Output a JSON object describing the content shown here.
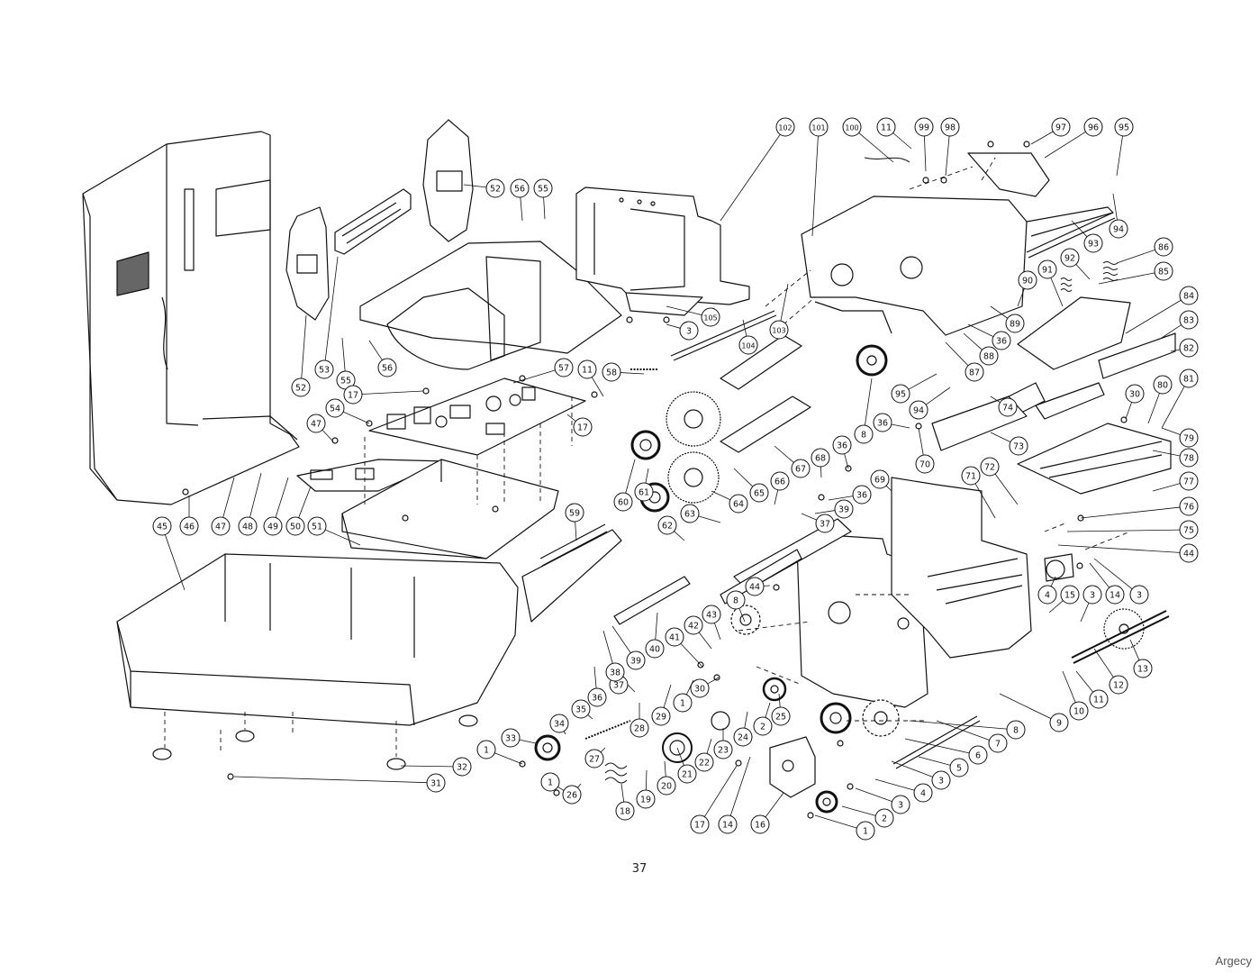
{
  "page_number": "37",
  "watermark": "Argecy",
  "callouts": [
    {
      "id": "c102",
      "label": "102"
    },
    {
      "id": "c101",
      "label": "101"
    },
    {
      "id": "c100",
      "label": "100"
    },
    {
      "id": "c11a",
      "label": "11"
    },
    {
      "id": "c99",
      "label": "99"
    },
    {
      "id": "c98",
      "label": "98"
    },
    {
      "id": "c97",
      "label": "97"
    },
    {
      "id": "c96",
      "label": "96"
    },
    {
      "id": "c95a",
      "label": "95"
    },
    {
      "id": "c94a",
      "label": "94"
    },
    {
      "id": "c93",
      "label": "93"
    },
    {
      "id": "c92",
      "label": "92"
    },
    {
      "id": "c91",
      "label": "91"
    },
    {
      "id": "c90",
      "label": "90"
    },
    {
      "id": "c89",
      "label": "89"
    },
    {
      "id": "c88",
      "label": "88"
    },
    {
      "id": "c87",
      "label": "87"
    },
    {
      "id": "c86",
      "label": "86"
    },
    {
      "id": "c85",
      "label": "85"
    },
    {
      "id": "c84",
      "label": "84"
    },
    {
      "id": "c83",
      "label": "83"
    },
    {
      "id": "c82",
      "label": "82"
    },
    {
      "id": "c81",
      "label": "81"
    },
    {
      "id": "c80",
      "label": "80"
    },
    {
      "id": "c79",
      "label": "79"
    },
    {
      "id": "c78",
      "label": "78"
    },
    {
      "id": "c77",
      "label": "77"
    },
    {
      "id": "c76",
      "label": "76"
    },
    {
      "id": "c75",
      "label": "75"
    },
    {
      "id": "c44a",
      "label": "44"
    },
    {
      "id": "c30a",
      "label": "30"
    },
    {
      "id": "c74",
      "label": "74"
    },
    {
      "id": "c73",
      "label": "73"
    },
    {
      "id": "c72",
      "label": "72"
    },
    {
      "id": "c71",
      "label": "71"
    },
    {
      "id": "c70",
      "label": "70"
    },
    {
      "id": "c69",
      "label": "69"
    },
    {
      "id": "c36a",
      "label": "36"
    },
    {
      "id": "c36b",
      "label": "36"
    },
    {
      "id": "c95b",
      "label": "95"
    },
    {
      "id": "c94b",
      "label": "94"
    },
    {
      "id": "c103",
      "label": "103"
    },
    {
      "id": "c104",
      "label": "104"
    },
    {
      "id": "c105",
      "label": "105"
    },
    {
      "id": "c3a",
      "label": "3"
    },
    {
      "id": "c52a",
      "label": "52"
    },
    {
      "id": "c52b",
      "label": "52"
    },
    {
      "id": "c56a",
      "label": "56"
    },
    {
      "id": "c55a",
      "label": "55"
    },
    {
      "id": "c53",
      "label": "53"
    },
    {
      "id": "c55b",
      "label": "55"
    },
    {
      "id": "c56b",
      "label": "56"
    },
    {
      "id": "c57",
      "label": "57"
    },
    {
      "id": "c11b",
      "label": "11"
    },
    {
      "id": "c58",
      "label": "58"
    },
    {
      "id": "c17a",
      "label": "17"
    },
    {
      "id": "c54",
      "label": "54"
    },
    {
      "id": "c17b",
      "label": "17"
    },
    {
      "id": "c47a",
      "label": "47"
    },
    {
      "id": "c8a",
      "label": "8"
    },
    {
      "id": "c36c",
      "label": "36"
    },
    {
      "id": "c68",
      "label": "68"
    },
    {
      "id": "c67",
      "label": "67"
    },
    {
      "id": "c66",
      "label": "66"
    },
    {
      "id": "c65",
      "label": "65"
    },
    {
      "id": "c64",
      "label": "64"
    },
    {
      "id": "c60",
      "label": "60"
    },
    {
      "id": "c61",
      "label": "61"
    },
    {
      "id": "c36d",
      "label": "36"
    },
    {
      "id": "c39a",
      "label": "39"
    },
    {
      "id": "c37a",
      "label": "37"
    },
    {
      "id": "c59",
      "label": "59"
    },
    {
      "id": "c62",
      "label": "62"
    },
    {
      "id": "c63",
      "label": "63"
    },
    {
      "id": "c45",
      "label": "45"
    },
    {
      "id": "c46",
      "label": "46"
    },
    {
      "id": "c47b",
      "label": "47"
    },
    {
      "id": "c48",
      "label": "48"
    },
    {
      "id": "c49",
      "label": "49"
    },
    {
      "id": "c50",
      "label": "50"
    },
    {
      "id": "c51",
      "label": "51"
    },
    {
      "id": "c44b",
      "label": "44"
    },
    {
      "id": "c8b",
      "label": "8"
    },
    {
      "id": "c43",
      "label": "43"
    },
    {
      "id": "c42",
      "label": "42"
    },
    {
      "id": "c41",
      "label": "41"
    },
    {
      "id": "c40",
      "label": "40"
    },
    {
      "id": "c39b",
      "label": "39"
    },
    {
      "id": "c37b",
      "label": "37"
    },
    {
      "id": "c36e",
      "label": "36"
    },
    {
      "id": "c38",
      "label": "38"
    },
    {
      "id": "c35",
      "label": "35"
    },
    {
      "id": "c34",
      "label": "34"
    },
    {
      "id": "c33",
      "label": "33"
    },
    {
      "id": "c1a",
      "label": "1"
    },
    {
      "id": "c1b",
      "label": "1"
    },
    {
      "id": "c26",
      "label": "26"
    },
    {
      "id": "c27",
      "label": "27"
    },
    {
      "id": "c28",
      "label": "28"
    },
    {
      "id": "c29",
      "label": "29"
    },
    {
      "id": "c1c",
      "label": "1"
    },
    {
      "id": "c30b",
      "label": "30"
    },
    {
      "id": "c18",
      "label": "18"
    },
    {
      "id": "c19",
      "label": "19"
    },
    {
      "id": "c20",
      "label": "20"
    },
    {
      "id": "c21",
      "label": "21"
    },
    {
      "id": "c22",
      "label": "22"
    },
    {
      "id": "c23",
      "label": "23"
    },
    {
      "id": "c24",
      "label": "24"
    },
    {
      "id": "c2a",
      "label": "2"
    },
    {
      "id": "c25",
      "label": "25"
    },
    {
      "id": "c17c",
      "label": "17"
    },
    {
      "id": "c14a",
      "label": "14"
    },
    {
      "id": "c16",
      "label": "16"
    },
    {
      "id": "c32",
      "label": "32"
    },
    {
      "id": "c31",
      "label": "31"
    },
    {
      "id": "c8c",
      "label": "8"
    },
    {
      "id": "c7",
      "label": "7"
    },
    {
      "id": "c6",
      "label": "6"
    },
    {
      "id": "c5",
      "label": "5"
    },
    {
      "id": "c4a",
      "label": "4"
    },
    {
      "id": "c3b",
      "label": "3"
    },
    {
      "id": "c3c",
      "label": "3"
    },
    {
      "id": "c2b",
      "label": "2"
    },
    {
      "id": "c1d",
      "label": "1"
    },
    {
      "id": "c9",
      "label": "9"
    },
    {
      "id": "c10",
      "label": "10"
    },
    {
      "id": "c11c",
      "label": "11"
    },
    {
      "id": "c12",
      "label": "12"
    },
    {
      "id": "c13",
      "label": "13"
    },
    {
      "id": "c4b",
      "label": "4"
    },
    {
      "id": "c15",
      "label": "15"
    },
    {
      "id": "c3d",
      "label": "3"
    },
    {
      "id": "c14b",
      "label": "14"
    },
    {
      "id": "c3e",
      "label": "3"
    },
    {
      "id": "c36f",
      "label": "36"
    },
    {
      "id": "c39c",
      "label": "39"
    },
    {
      "id": "c37c",
      "label": "37"
    }
  ]
}
